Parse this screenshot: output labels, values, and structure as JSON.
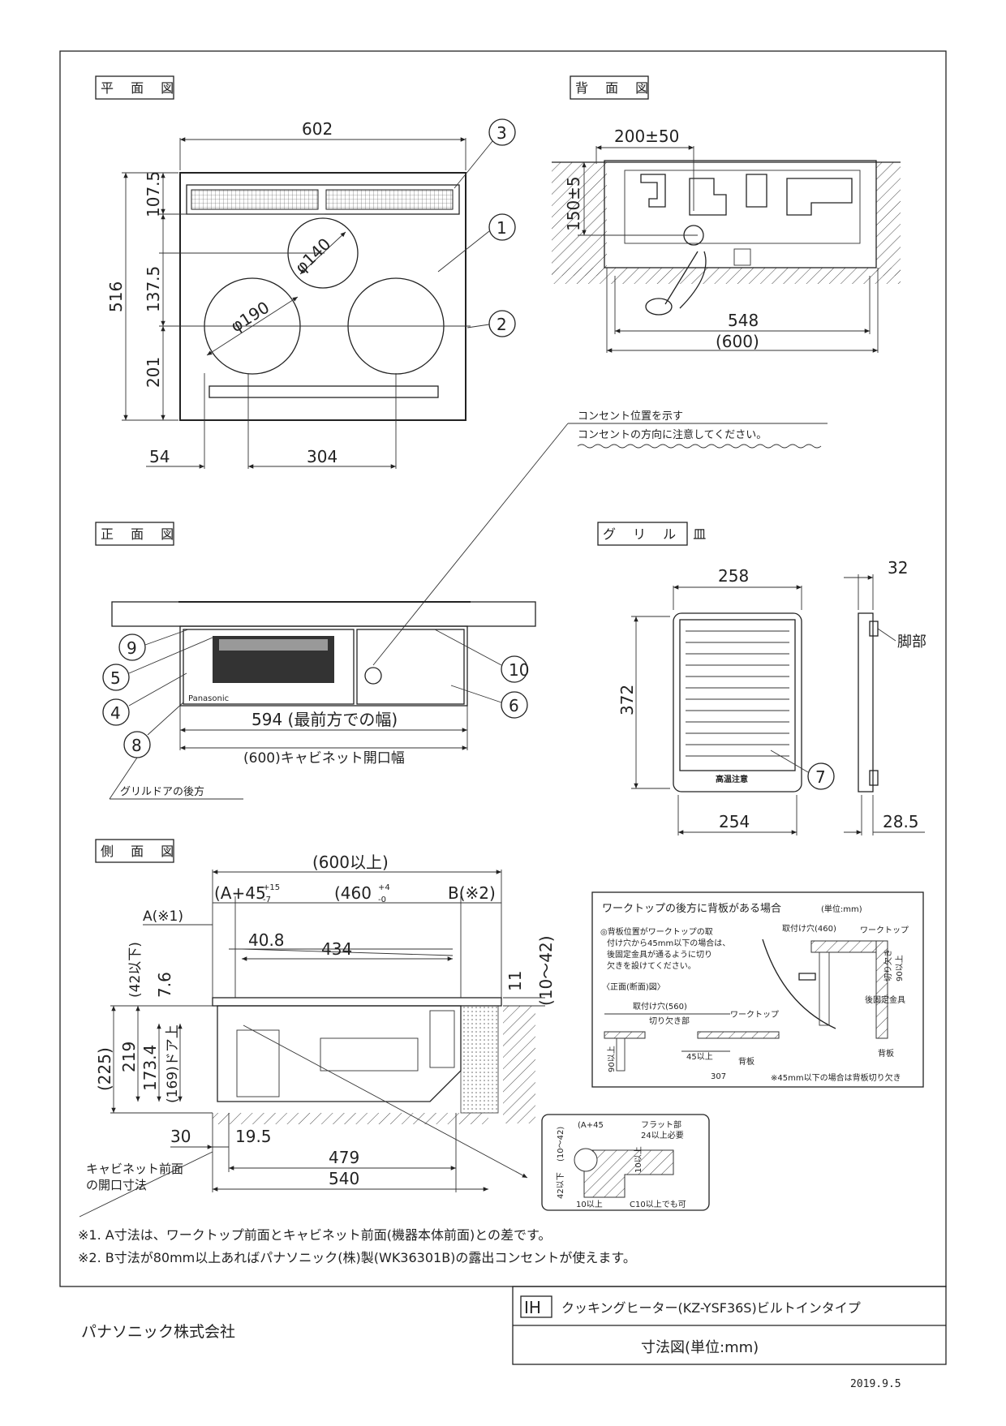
{
  "views": {
    "plan": "平 面 図",
    "back": "背 面 図",
    "front": "正 面 図",
    "grill": "グ リ ル 皿",
    "side": "側 面 図"
  },
  "plan": {
    "w602": "602",
    "h516": "516",
    "h107": "107.5",
    "h137": "137.5",
    "h201": "201",
    "d140": "φ140",
    "d190": "φ190",
    "w54": "54",
    "w304": "304",
    "c1": "1",
    "c2": "2",
    "c3": "3"
  },
  "back": {
    "w200": "200±50",
    "h150": "150±5",
    "w548": "548",
    "w600": "(600)",
    "note1": "コンセント位置を示す",
    "note2": "コンセントの方向に注意してください。"
  },
  "front": {
    "w594": "594 (最前方での幅)",
    "w600": "(600)キャビネット開口幅",
    "c4": "4",
    "c5": "5",
    "c6": "6",
    "c8": "8",
    "c9": "9",
    "c10": "10",
    "grill_note": "グリルドアの後方",
    "brand": "Panasonic"
  },
  "grill": {
    "w258": "258",
    "w254": "254",
    "h372": "372",
    "d32": "32",
    "d285": "28.5",
    "foot": "脚部",
    "c7": "7",
    "label": "高温注意"
  },
  "side": {
    "w600": "(600以上)",
    "wA": "(A+45",
    "supA": "+15",
    "subA": "-7",
    "w460": "(460",
    "sup460": "+4",
    "sub460": "-0",
    "wB": "B(※2)",
    "A1": "A(※1)",
    "w408": "40.8",
    "w434": "434",
    "h42": "(42以下)",
    "h76": "7.6",
    "h225": "(225)",
    "h219": "219",
    "h1734": "173.4",
    "h169": "(169)ドア上",
    "h11": "11",
    "h1042": "(10～42)",
    "w30": "30",
    "w195": "19.5",
    "w479": "479",
    "w540": "540",
    "cab1": "キャビネット前面",
    "cab2": "の開口寸法"
  },
  "inset": {
    "title": "ワークトップの後方に背板がある場合",
    "unit": "(単位:mm)",
    "n1": "◎背板位置がワークトップの取",
    "n2": "付け穴から45mm以下の場合は、",
    "n3": "後固定金具が通るように切り",
    "n4": "欠きを設けてください。",
    "sec": "〈正面(断面)図〉",
    "hole560": "取付け穴(560)",
    "hole460": "取付け穴(460)",
    "cut": "切り欠き部",
    "wt": "ワークトップ",
    "d45": "45以上",
    "d307": "307",
    "d90": "90以上",
    "back": "背板",
    "fix": "後固定金具",
    "cut90": "切り欠き",
    "d90b": "90以上",
    "foot": "※45mm以下の場合は背板切り欠き"
  },
  "detail": {
    "a45": "(A+45",
    "flat1": "フラット部",
    "flat2": "24以上必要",
    "h1042": "(10～42)",
    "h42": "42以下",
    "h10": "10以上",
    "w10": "10以上",
    "c10": "C10以上でも可"
  },
  "notes": {
    "n1": "※1. A寸法は、ワークトップ前面とキャビネット前面(機器本体前面)との差です。",
    "n2": "※2. B寸法が80mm以上あればパナソニック(株)製(WK36301B)の露出コンセントが使えます。"
  },
  "title_block": {
    "ih": "IH",
    "product": "クッキングヒーター(KZ-YSF36S)ビルトインタイプ",
    "drawing": "寸法図(単位:mm)",
    "date": "2019.9.5"
  },
  "company": "パナソニック株式会社"
}
